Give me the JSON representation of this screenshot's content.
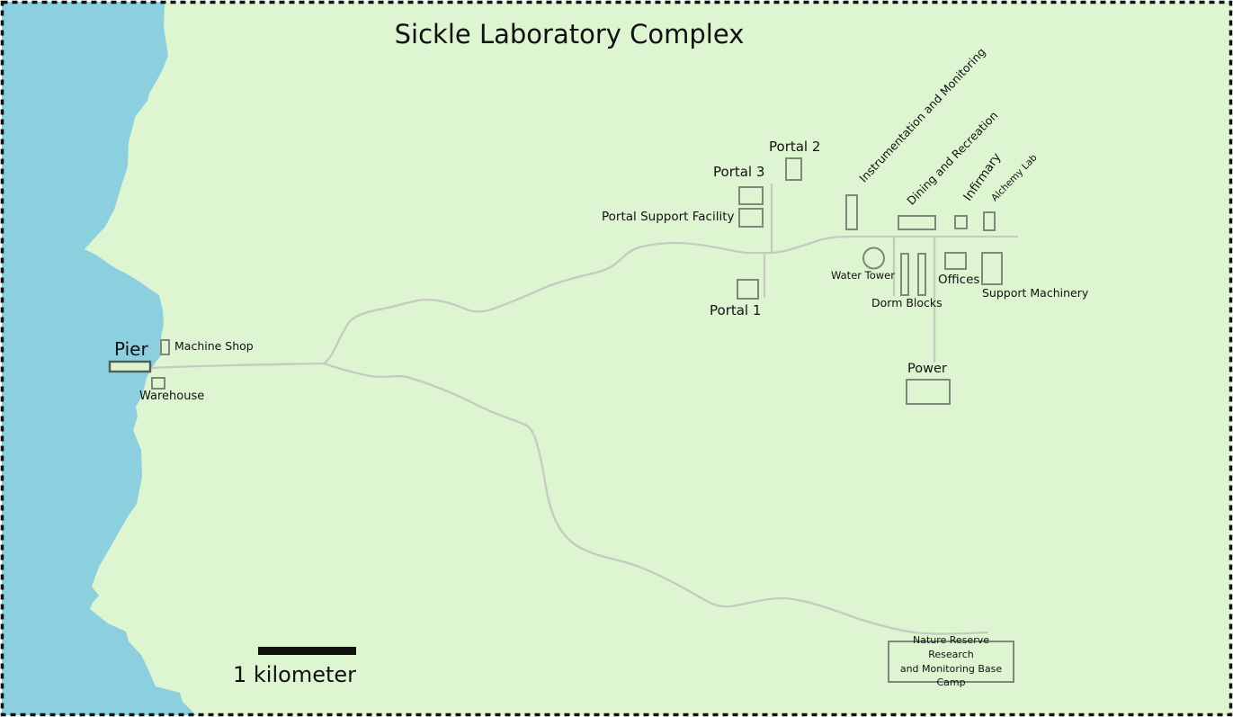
{
  "map": {
    "title": "Sickle Laboratory Complex",
    "scale_label": "1 kilometer",
    "labels": {
      "pier": "Pier",
      "machine_shop": "Machine Shop",
      "warehouse": "Warehouse",
      "portal_1": "Portal 1",
      "portal_2": "Portal 2",
      "portal_3": "Portal 3",
      "portal_support_facility": "Portal Support Facility",
      "instrumentation": "Instrumentation and Monitoring",
      "dining": "Dining and Recreation",
      "infirmary": "Infirmary",
      "alchemy_lab": "Alchemy Lab",
      "water_tower": "Water Tower",
      "dorm_blocks": "Dorm Blocks",
      "offices": "Offices",
      "support_machinery": "Support Machinery",
      "power": "Power",
      "base_camp_line1": "Nature Reserve Research",
      "base_camp_line2": "and Monitoring Base Camp"
    },
    "colors": {
      "land": "#def5d2",
      "water": "#8cd0df",
      "road": "#c5cbbe",
      "building_stroke": "#7f897b",
      "pier_stroke": "#555c50",
      "border": "#111111",
      "text": "#111111"
    }
  }
}
